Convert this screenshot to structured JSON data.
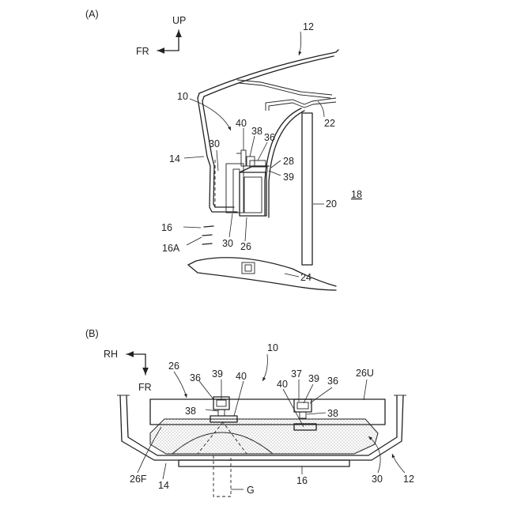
{
  "panel_a": {
    "title": "(A)",
    "dir_up": "UP",
    "dir_fr": "FR",
    "labels": {
      "l12": "12",
      "l10": "10",
      "l22": "22",
      "l40": "40",
      "l38": "38",
      "l36": "36",
      "l30_top": "30",
      "l14": "14",
      "l28": "28",
      "l39": "39",
      "l18": "18",
      "l20": "20",
      "l16": "16",
      "l16a": "16A",
      "l30_bot": "30",
      "l26": "26",
      "l24": "24"
    }
  },
  "panel_b": {
    "title": "(B)",
    "dir_rh": "RH",
    "dir_fr": "FR",
    "labels": {
      "l10": "10",
      "l26": "26",
      "l36a": "36",
      "l39a": "39",
      "l40a": "40",
      "l37": "37",
      "l39b": "39",
      "l36b": "36",
      "l40b": "40",
      "l26u": "26U",
      "l38a": "38",
      "l38b": "38",
      "l26f": "26F",
      "l14": "14",
      "l16": "16",
      "l30": "30",
      "l12": "12",
      "lg": "G"
    }
  }
}
